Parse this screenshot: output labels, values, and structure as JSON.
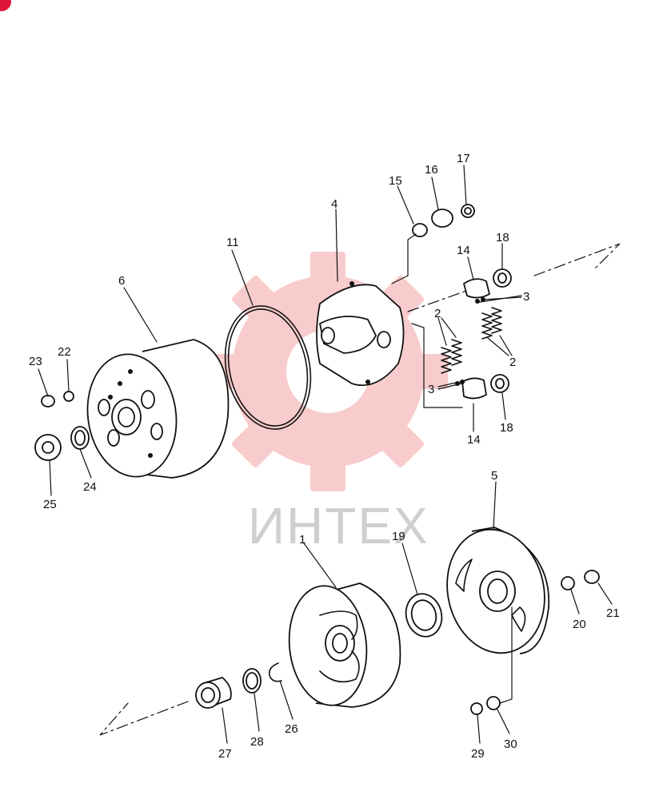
{
  "watermark": {
    "text": "ИНТЕХ",
    "color": "#f4a3a3"
  },
  "badge": {
    "color": "#e0153b"
  },
  "labels": {
    "p1": "1",
    "p2a": "2",
    "p2b": "2",
    "p3a": "3",
    "p3b": "3",
    "p4": "4",
    "p5": "5",
    "p6": "6",
    "p11": "11",
    "p14a": "14",
    "p14b": "14",
    "p15": "15",
    "p16": "16",
    "p17": "17",
    "p18a": "18",
    "p18b": "18",
    "p19": "19",
    "p20": "20",
    "p21": "21",
    "p22": "22",
    "p23": "23",
    "p24": "24",
    "p25": "25",
    "p26": "26",
    "p27": "27",
    "p28": "28",
    "p29": "29",
    "p30": "30"
  }
}
